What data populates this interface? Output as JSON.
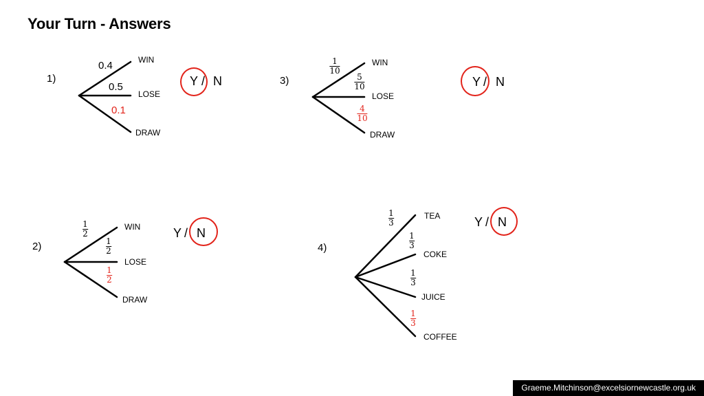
{
  "title": "Your Turn - Answers",
  "q1": {
    "number": "1)",
    "branches": [
      "WIN",
      "LOSE",
      "DRAW"
    ],
    "probs": [
      "0.4",
      "0.5",
      "0.1"
    ],
    "yes": "Y",
    "slash": "/",
    "no": "N"
  },
  "q2": {
    "number": "2)",
    "branches": [
      "WIN",
      "LOSE",
      "DRAW"
    ],
    "probs": [
      {
        "n": "1",
        "d": "2"
      },
      {
        "n": "1",
        "d": "2"
      },
      {
        "n": "1",
        "d": "2"
      }
    ],
    "yes": "Y",
    "slash": "/",
    "no": "N"
  },
  "q3": {
    "number": "3)",
    "branches": [
      "WIN",
      "LOSE",
      "DRAW"
    ],
    "probs": [
      {
        "n": "1",
        "d": "10"
      },
      {
        "n": "5",
        "d": "10"
      },
      {
        "n": "4",
        "d": "10"
      }
    ],
    "yes": "Y",
    "slash": "/",
    "no": "N"
  },
  "q4": {
    "number": "4)",
    "branches": [
      "TEA",
      "COKE",
      "JUICE",
      "COFFEE"
    ],
    "probs": [
      {
        "n": "1",
        "d": "3"
      },
      {
        "n": "1",
        "d": "3"
      },
      {
        "n": "1",
        "d": "3"
      },
      {
        "n": "1",
        "d": "3"
      }
    ],
    "yes": "Y",
    "slash": "/",
    "no": "N"
  },
  "footer": "Graeme.Mitchinson@excelsiornewcastle.org.uk",
  "colors": {
    "highlight": "#e2231a",
    "text": "#000000"
  }
}
